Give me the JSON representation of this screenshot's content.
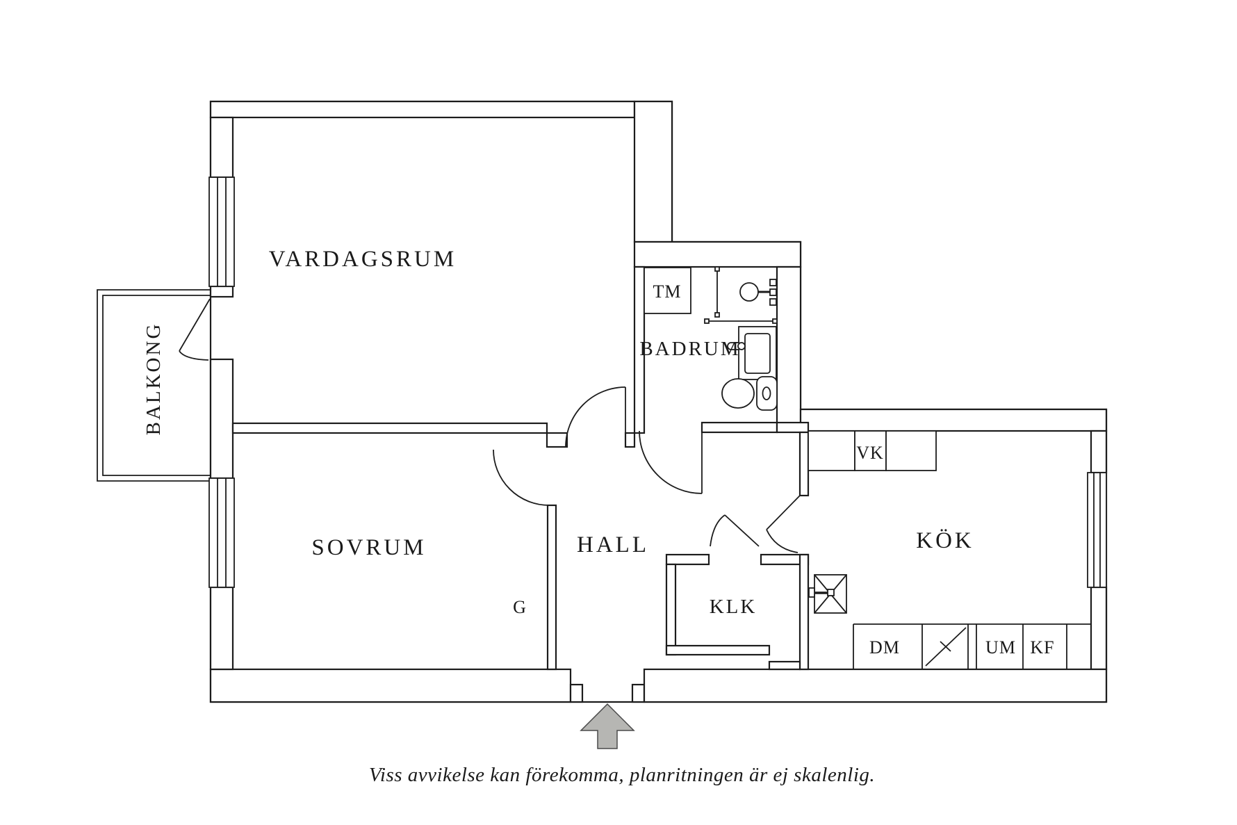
{
  "floorplan": {
    "rooms": {
      "vardagsrum": "VARDAGSRUM",
      "balkong": "BALKONG",
      "badrum": "BADRUM",
      "sovrum": "SOVRUM",
      "hall": "HALL",
      "klk": "KLK",
      "kok": "KÖK"
    },
    "appliances": {
      "tm": "TM",
      "vk": "VK",
      "g": "G",
      "dm": "DM",
      "um": "UM",
      "kf": "KF"
    },
    "disclaimer": "Viss avvikelse kan förekomma, planritningen är ej skalenlig.",
    "colors": {
      "line": "#1c1c1c",
      "arrow_fill": "#b6b6b3",
      "arrow_stroke": "#4a4a4a"
    }
  }
}
